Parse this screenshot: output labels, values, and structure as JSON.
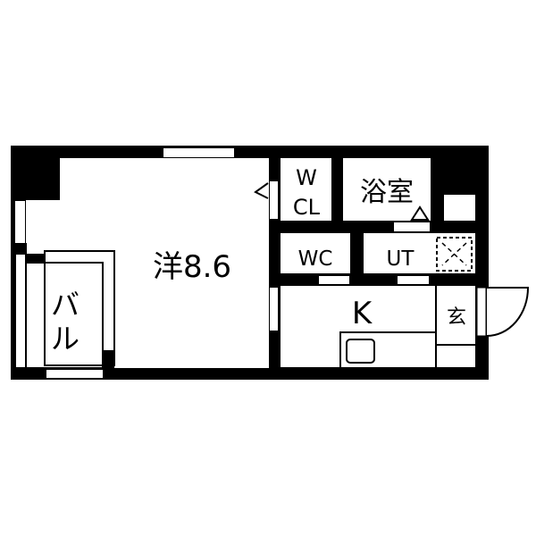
{
  "floorplan": {
    "colors": {
      "wall": "#000000",
      "floor": "#ffffff"
    },
    "rooms": {
      "western_room": {
        "label": "洋8.6"
      },
      "balcony": {
        "label_line1": "バ",
        "label_line2": "ル"
      },
      "walk_in_closet": {
        "label_line1": "W",
        "label_line2": "CL"
      },
      "bathroom": {
        "label": "浴室"
      },
      "toilet": {
        "label": "WC"
      },
      "utility": {
        "label": "UT"
      },
      "kitchen": {
        "label": "K"
      },
      "entrance": {
        "label": "玄"
      }
    }
  }
}
